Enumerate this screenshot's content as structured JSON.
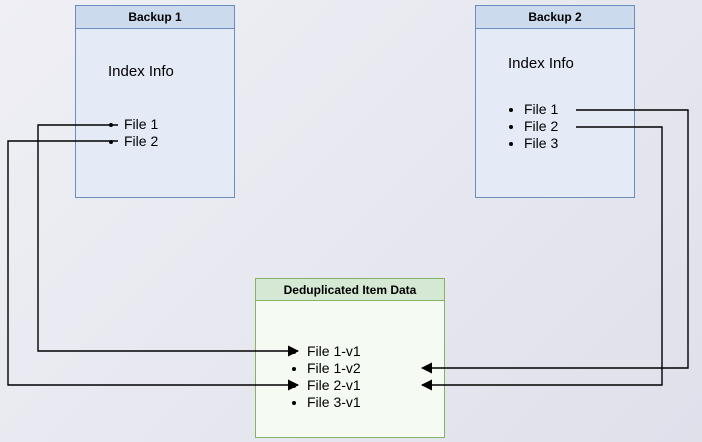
{
  "diagram": {
    "backup1": {
      "title": "Backup 1",
      "subtitle": "Index Info",
      "items": [
        "File 1",
        "File 2"
      ]
    },
    "backup2": {
      "title": "Backup 2",
      "subtitle": "Index Info",
      "items": [
        "File 1",
        "File 2",
        "File 3"
      ]
    },
    "dedup": {
      "title": "Deduplicated Item Data",
      "items": [
        "File 1-v1",
        "File 1-v2",
        "File 2-v1",
        "File 3-v1"
      ]
    },
    "edges": [
      {
        "from": "Backup 1 / File 1",
        "to": "File 1-v1"
      },
      {
        "from": "Backup 1 / File 2",
        "to": "File 2-v1"
      },
      {
        "from": "Backup 2 / File 1",
        "to": "File 1-v2"
      },
      {
        "from": "Backup 2 / File 2",
        "to": "File 2-v1"
      }
    ],
    "colors": {
      "backup_border": "#6c8ebf",
      "backup_header_fill": "#ccdaed",
      "backup_body_fill": "#e4ebf6",
      "dedup_border": "#82b366",
      "dedup_header_fill": "#d5e8d4",
      "dedup_body_fill": "#f5faf3",
      "arrow": "#000000",
      "background": "#e6e6ef"
    }
  }
}
